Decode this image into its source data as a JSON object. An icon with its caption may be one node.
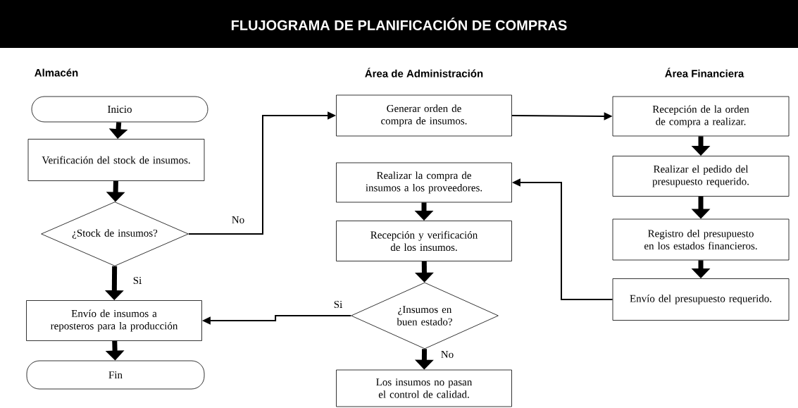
{
  "diagram": {
    "title": "FLUJOGRAMA DE PLANIFICACIÓN DE COMPRAS",
    "nodes": [
      {
        "text": [
          "Inicio"
        ]
      },
      {
        "text": [
          "Verificación del stock de insumos."
        ]
      },
      {
        "text": [
          "¿Stock de insumos?"
        ]
      },
      {
        "text": [
          "Envío de insumos a reposteros para la producción"
        ]
      },
      {
        "text": [
          "Fin"
        ]
      },
      {
        "text": [
          "Generar orden de compra de insumos."
        ]
      },
      {
        "text": [
          "Realizar la compra de insumos a los proveedores."
        ]
      },
      {
        "text": [
          "Recepción y verificación de los insumos."
        ]
      },
      {
        "text": [
          "¿Insumos en buen estado?"
        ]
      },
      {
        "text": [
          "Los insumos no pasan el control de calidad."
        ]
      },
      {
        "text": [
          "Recepción de la orden de compra a realizar."
        ]
      },
      {
        "text": [
          "Realizar el pedido del presupuesto requerido."
        ]
      },
      {
        "text": [
          "Registro del presupuesto en los estados financieros."
        ]
      },
      {
        "text": [
          "Envío del presupuesto requerido."
        ]
      }
    ],
    "edges": [
      {
        "from": 0,
        "to": 1,
        "arrow": "to"
      },
      {
        "from": 1,
        "to": 2,
        "arrow": "to"
      },
      {
        "from": 2,
        "to": 3,
        "arrow": "to",
        "label": "Si"
      },
      {
        "from": 3,
        "to": 4,
        "arrow": "to"
      },
      {
        "from": 2,
        "to": 5,
        "arrow": "to",
        "label": "No"
      },
      {
        "from": 5,
        "to": 10,
        "arrow": "to"
      },
      {
        "from": 10,
        "to": 11,
        "arrow": "to"
      },
      {
        "from": 11,
        "to": 12,
        "arrow": "to"
      },
      {
        "from": 12,
        "to": 13,
        "arrow": "to"
      },
      {
        "from": 13,
        "to": 6,
        "arrow": "to"
      },
      {
        "from": 6,
        "to": 7,
        "arrow": "to"
      },
      {
        "from": 7,
        "to": 8,
        "arrow": "to"
      },
      {
        "from": 8,
        "to": 3,
        "arrow": "to",
        "label": "Si"
      },
      {
        "from": 8,
        "to": 9,
        "arrow": "to",
        "label": "No"
      }
    ],
    "labels": [
      "Almacén",
      "Área de Administración",
      "Área Financiera"
    ]
  }
}
